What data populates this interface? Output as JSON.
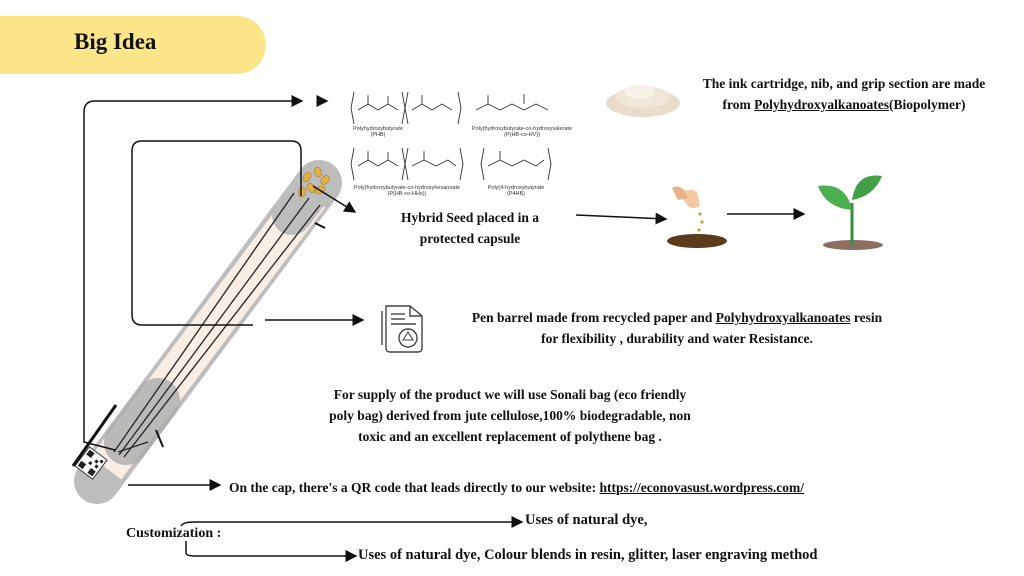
{
  "header": {
    "title": "Big Idea"
  },
  "polymers": [
    {
      "name": "Polyhydroxybutyrate (PHB)"
    },
    {
      "name": "Poly(hydroxybutyrate-co-hydroxyvalerate (P(HB-co-HV))"
    },
    {
      "name": "Poly(hydroxybutyrate-co-hydroxyhexanoate (P(HB-co-HHx))"
    },
    {
      "name": "Poly(4-hydroxybutyrate (P4HB)"
    }
  ],
  "ink_note": {
    "line1": "The ink cartridge, nib, and grip section are made",
    "prefix": "from ",
    "link": "Polyhydroxyalkanoates",
    "suffix": "(Biopolymer)"
  },
  "seed_note": {
    "line1": "Hybrid Seed placed in a",
    "line2": "protected capsule"
  },
  "barrel_note": {
    "line1_prefix": "Pen barrel made from recycled paper and  ",
    "line1_link": "Polyhydroxyalkanoates",
    "line1_suffix": " resin",
    "line2": "for flexibility , durability and water Resistance."
  },
  "supply_note": {
    "line1": "For supply of the product we will use Sonali bag (eco friendly",
    "line2": "poly bag) derived from jute cellulose,100% biodegradable, non",
    "line3": "toxic and an excellent replacement of polythene bag ."
  },
  "qr_note": {
    "prefix": "On the cap, there's a QR code that leads directly to our website:  ",
    "link": "https://econovasust.wordpress.com/"
  },
  "customization": {
    "label": "Customization :",
    "option1": "Uses of natural dye,",
    "option2": "Uses of natural dye, Colour blends in resin, glitter, laser engraving method"
  },
  "colors": {
    "banner": "#fde58a",
    "pen_body": "#f8eee3",
    "pen_cap": "#bdbdbd",
    "seed": "#e0b04a",
    "plant": "#4caf50"
  }
}
